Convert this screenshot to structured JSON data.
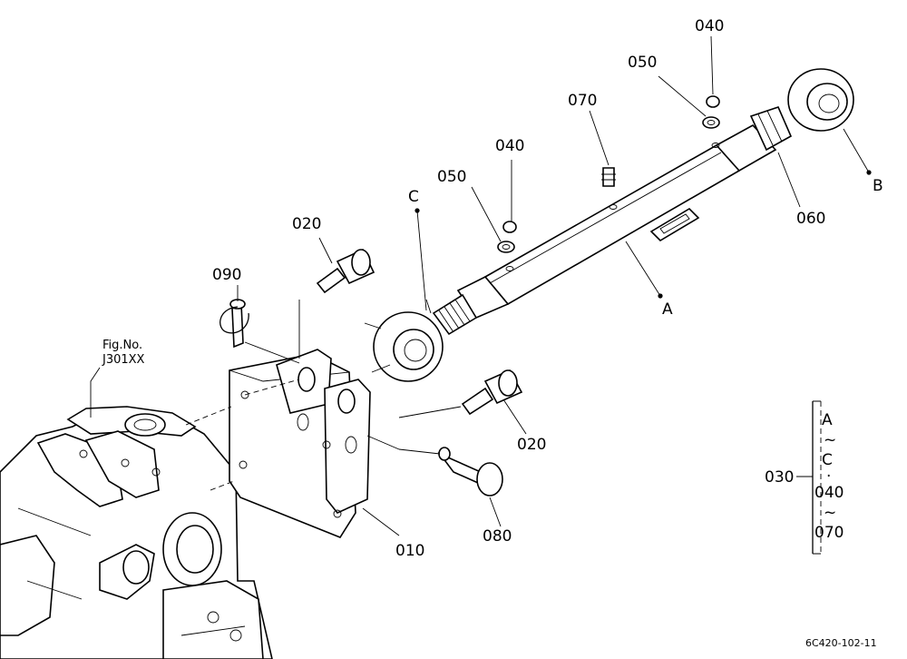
{
  "labels": {
    "p010": "010",
    "p020a": "020",
    "p020b": "020",
    "p030": "030",
    "p040a": "040",
    "p040b": "040",
    "p050a": "050",
    "p050b": "050",
    "p060": "060",
    "p070": "070",
    "p080": "080",
    "p090": "090",
    "ref_a": "A",
    "ref_b": "B",
    "ref_c": "C",
    "fig_ref_line1": "Fig.No.",
    "fig_ref_line2": "J301XX"
  },
  "legend": {
    "line1": "A",
    "tilde1": "~",
    "line2": "C",
    "dot": "·",
    "line3": "040",
    "tilde2": "~",
    "line4": "070"
  },
  "drawing_code": "6C420-102-11"
}
